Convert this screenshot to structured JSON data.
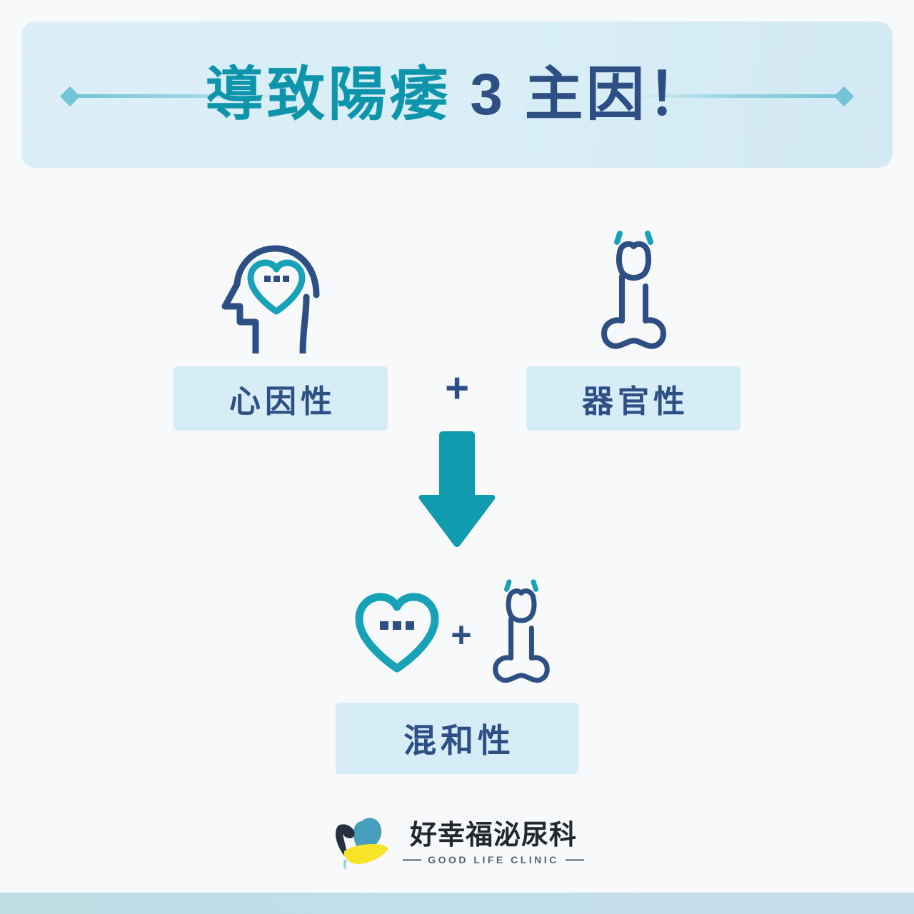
{
  "colors": {
    "page_background": "#F7F9FB",
    "banner_background": "#DCEFF7",
    "teal": "#0E95AC",
    "navy": "#2E4F84",
    "chip_background": "#D6ECF6",
    "arrow_teal": "#109BAF",
    "deco_line": "#73C4D6",
    "footer_strip": "#C2DFE9",
    "logo_yellow": "#F7E327"
  },
  "banner": {
    "title_teal_part": "導致陽痿",
    "title_navy_part": " 3 主因！",
    "title_full": "導致陽痿 3 主因！",
    "left_rule_icon": "diamond-arrow-left-icon",
    "right_rule_icon": "diamond-arrow-right-icon"
  },
  "diagram": {
    "causes": [
      {
        "id": "psychogenic",
        "icon": "head-with-heart-icon",
        "label": "心因性"
      },
      {
        "id": "organic",
        "icon": "organ-icon",
        "label": "器官性"
      }
    ],
    "operator_top": "+",
    "arrow_icon": "arrow-down-icon",
    "result": {
      "id": "mixed",
      "icons": [
        "heart-with-dots-icon",
        "organ-icon"
      ],
      "operator": "+",
      "label": "混和性"
    }
  },
  "logo": {
    "mark_icon": "bird-hand-logo-icon",
    "name": "好幸福泌尿科",
    "tagline": "GOOD LIFE CLINIC"
  }
}
